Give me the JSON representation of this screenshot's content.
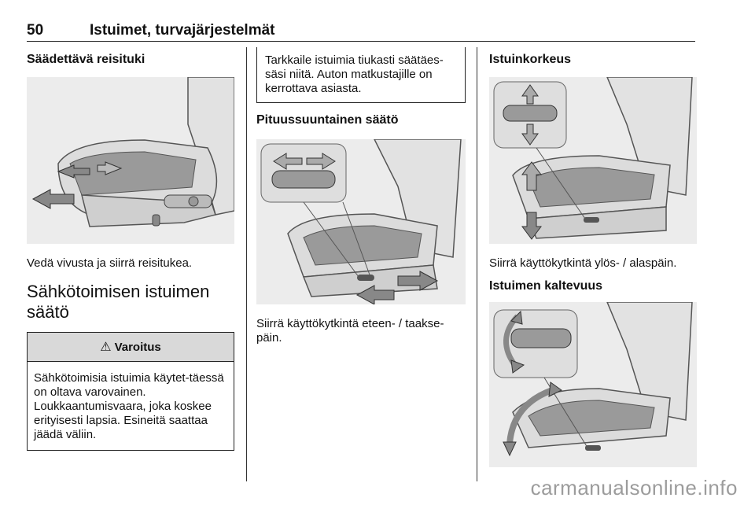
{
  "header": {
    "page_number": "50",
    "chapter": "Istuimet, turvajärjestelmät"
  },
  "col1": {
    "heading": "Säädettävä reisituki",
    "caption": "Vedä vivusta ja siirrä reisitukea.",
    "section_heading": "Sähkötoimisen istuimen säätö",
    "warning": {
      "title": "Varoitus",
      "body": "Sähkötoimisia istuimia käytet-täessä on oltava varovainen. Loukkaantumisvaara, joka koskee erityisesti lapsia. Esineitä saattaa jäädä väliin."
    }
  },
  "col2": {
    "note": "Tarkkaile istuimia tiukasti säätäes-säsi niitä. Auton matkustajille on kerrottava asiasta.",
    "heading": "Pituussuuntainen säätö",
    "caption": "Siirrä käyttökytkintä eteen- / taakse-päin."
  },
  "col3": {
    "heading": "Istuinkorkeus",
    "caption": "Siirrä käyttökytkintä ylös- / alaspäin.",
    "heading2": "Istuimen kaltevuus"
  },
  "watermark": "carmanualsonline.info"
}
